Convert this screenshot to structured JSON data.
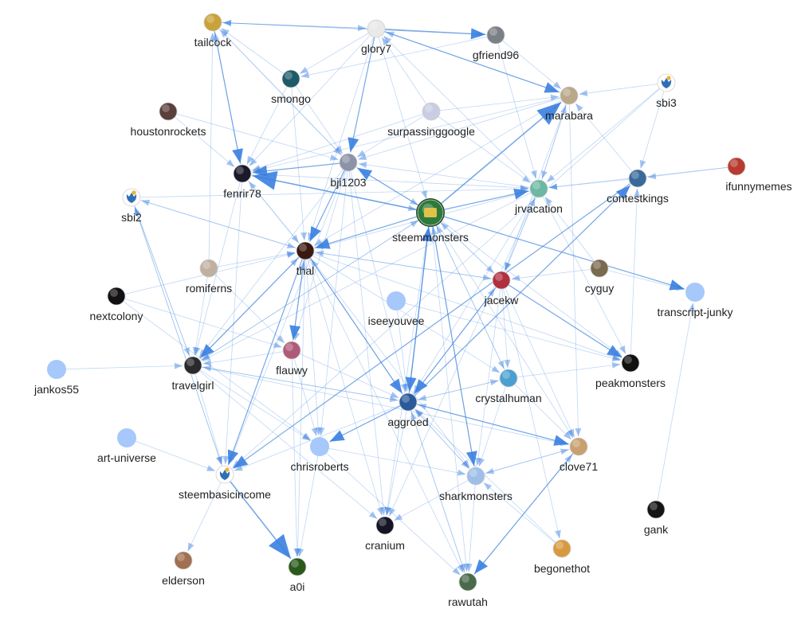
{
  "graph": {
    "colors": {
      "edge": "#4a8be0",
      "arrow": "#3a7fe0",
      "plain_node": "#a6c8fb",
      "label": "#1f1f1f",
      "background": "#ffffff"
    },
    "nodes": [
      {
        "id": "tailcock",
        "label": "tailcock",
        "style": "avatar",
        "color": "#caa23a"
      },
      {
        "id": "glory7",
        "label": "glory7",
        "style": "avatar",
        "color": "#e9e9e9"
      },
      {
        "id": "gfriend96",
        "label": "gfriend96",
        "style": "avatar",
        "color": "#7b7f86"
      },
      {
        "id": "smongo",
        "label": "smongo",
        "style": "avatar",
        "color": "#1e5b6a"
      },
      {
        "id": "marabara",
        "label": "marabara",
        "style": "avatar",
        "color": "#b9a889"
      },
      {
        "id": "sbi3",
        "label": "sbi3",
        "style": "sbi",
        "color": "#2f6fb6"
      },
      {
        "id": "houstonrockets",
        "label": "houstonrockets",
        "style": "avatar",
        "color": "#5a3f3b"
      },
      {
        "id": "surpassinggoogle",
        "label": "surpassinggoogle",
        "style": "avatar",
        "color": "#c9cde3"
      },
      {
        "id": "fenrir78",
        "label": "fenrir78",
        "style": "avatar",
        "color": "#1a1a2a"
      },
      {
        "id": "bji1203",
        "label": "bji1203",
        "style": "avatar",
        "color": "#8c93a8"
      },
      {
        "id": "ifunnymemes",
        "label": "ifunnymemes",
        "style": "avatar",
        "color": "#b93a2e"
      },
      {
        "id": "contestkings",
        "label": "contestkings",
        "style": "avatar",
        "color": "#3a6a9a"
      },
      {
        "id": "sbi2",
        "label": "sbi2",
        "style": "sbi",
        "color": "#2f6fb6"
      },
      {
        "id": "jrvacation",
        "label": "jrvacation",
        "style": "avatar",
        "color": "#6cb8a2"
      },
      {
        "id": "steemmonsters",
        "label": "steemmonsters",
        "style": "avatar",
        "color": "#2e7a3a"
      },
      {
        "id": "thal",
        "label": "thal",
        "style": "avatar",
        "color": "#3a1a10"
      },
      {
        "id": "romiferns",
        "label": "romiferns",
        "style": "avatar",
        "color": "#c0b0a0"
      },
      {
        "id": "cyguy",
        "label": "cyguy",
        "style": "avatar",
        "color": "#7a6a50"
      },
      {
        "id": "jacekw",
        "label": "jacekw",
        "style": "avatar",
        "color": "#b03040"
      },
      {
        "id": "nextcolony",
        "label": "nextcolony",
        "style": "avatar",
        "color": "#111111"
      },
      {
        "id": "iseeyouvee",
        "label": "iseeyouvee",
        "style": "plain",
        "color": "#a6c8fb"
      },
      {
        "id": "transcript-junky",
        "label": "transcript-junky",
        "style": "plain",
        "color": "#a6c8fb"
      },
      {
        "id": "flauwy",
        "label": "flauwy",
        "style": "avatar",
        "color": "#b05a7a"
      },
      {
        "id": "peakmonsters",
        "label": "peakmonsters",
        "style": "avatar",
        "color": "#111111"
      },
      {
        "id": "jankos55",
        "label": "jankos55",
        "style": "plain",
        "color": "#a6c8fb"
      },
      {
        "id": "travelgirl",
        "label": "travelgirl",
        "style": "avatar",
        "color": "#2a2a2a"
      },
      {
        "id": "crystalhuman",
        "label": "crystalhuman",
        "style": "avatar",
        "color": "#4aa0d0"
      },
      {
        "id": "aggroed",
        "label": "aggroed",
        "style": "avatar",
        "color": "#2a5a9a"
      },
      {
        "id": "art-universe",
        "label": "art-universe",
        "style": "plain",
        "color": "#a6c8fb"
      },
      {
        "id": "chrisroberts",
        "label": "chrisroberts",
        "style": "plain",
        "color": "#a6c8fb"
      },
      {
        "id": "clove71",
        "label": "clove71",
        "style": "avatar",
        "color": "#c9a070"
      },
      {
        "id": "steembasicincome",
        "label": "steembasicincome",
        "style": "sbi",
        "color": "#2f6fb6"
      },
      {
        "id": "sharkmonsters",
        "label": "sharkmonsters",
        "style": "avatar",
        "color": "#9fbfe8"
      },
      {
        "id": "gank",
        "label": "gank",
        "style": "avatar",
        "color": "#151515"
      },
      {
        "id": "cranium",
        "label": "cranium",
        "style": "avatar",
        "color": "#151525"
      },
      {
        "id": "begonethot",
        "label": "begonethot",
        "style": "avatar",
        "color": "#d89a40"
      },
      {
        "id": "elderson",
        "label": "elderson",
        "style": "avatar",
        "color": "#a07050"
      },
      {
        "id": "a0i",
        "label": "a0i",
        "style": "avatar",
        "color": "#2a5a1a"
      },
      {
        "id": "rawutah",
        "label": "rawutah",
        "style": "avatar",
        "color": "#4a6a4a"
      }
    ],
    "edges": [
      [
        "glory7",
        "tailcock",
        1
      ],
      [
        "gfriend96",
        "tailcock",
        1
      ],
      [
        "smongo",
        "tailcock",
        1
      ],
      [
        "bji1203",
        "tailcock",
        1
      ],
      [
        "fenrir78",
        "tailcock",
        1
      ],
      [
        "tailcock",
        "glory7",
        1
      ],
      [
        "surpassinggoogle",
        "glory7",
        1
      ],
      [
        "marabara",
        "glory7",
        1
      ],
      [
        "jrvacation",
        "glory7",
        1
      ],
      [
        "glory7",
        "gfriend96",
        2
      ],
      [
        "tailcock",
        "gfriend96",
        1
      ],
      [
        "glory7",
        "smongo",
        1
      ],
      [
        "gfriend96",
        "smongo",
        1
      ],
      [
        "glory7",
        "marabara",
        2
      ],
      [
        "gfriend96",
        "marabara",
        1
      ],
      [
        "sbi3",
        "marabara",
        1
      ],
      [
        "surpassinggoogle",
        "marabara",
        1
      ],
      [
        "steemmonsters",
        "marabara",
        3
      ],
      [
        "contestkings",
        "marabara",
        1
      ],
      [
        "jrvacation",
        "marabara",
        1
      ],
      [
        "houstonrockets",
        "fenrir78",
        1
      ],
      [
        "tailcock",
        "fenrir78",
        2
      ],
      [
        "glory7",
        "fenrir78",
        1
      ],
      [
        "smongo",
        "fenrir78",
        1
      ],
      [
        "surpassinggoogle",
        "fenrir78",
        1
      ],
      [
        "steemmonsters",
        "fenrir78",
        3
      ],
      [
        "marabara",
        "fenrir78",
        1
      ],
      [
        "bji1203",
        "fenrir78",
        2
      ],
      [
        "thal",
        "fenrir78",
        1
      ],
      [
        "glory7",
        "bji1203",
        2
      ],
      [
        "tailcock",
        "bji1203",
        1
      ],
      [
        "smongo",
        "bji1203",
        1
      ],
      [
        "surpassinggoogle",
        "bji1203",
        1
      ],
      [
        "marabara",
        "bji1203",
        1
      ],
      [
        "steemmonsters",
        "bji1203",
        2
      ],
      [
        "jrvacation",
        "bji1203",
        1
      ],
      [
        "steemmonsters",
        "jrvacation",
        2
      ],
      [
        "marabara",
        "jrvacation",
        1
      ],
      [
        "contestkings",
        "jrvacation",
        1
      ],
      [
        "ifunnymemes",
        "jrvacation",
        1
      ],
      [
        "sbi2",
        "jrvacation",
        1
      ],
      [
        "fenrir78",
        "jrvacation",
        1
      ],
      [
        "jacekw",
        "jrvacation",
        1
      ],
      [
        "cyguy",
        "jrvacation",
        1
      ],
      [
        "surpassinggoogle",
        "jrvacation",
        1
      ],
      [
        "aggroed",
        "contestkings",
        2
      ],
      [
        "sbi3",
        "contestkings",
        1
      ],
      [
        "peakmonsters",
        "contestkings",
        1
      ],
      [
        "aggroed",
        "steemmonsters",
        2
      ],
      [
        "jacekw",
        "steemmonsters",
        1
      ],
      [
        "glory7",
        "steemmonsters",
        1
      ],
      [
        "bji1203",
        "steemmonsters",
        1
      ],
      [
        "crystalhuman",
        "steemmonsters",
        1
      ],
      [
        "sharkmonsters",
        "steemmonsters",
        1
      ],
      [
        "travelgirl",
        "steemmonsters",
        1
      ],
      [
        "steemmonsters",
        "thal",
        2
      ],
      [
        "bji1203",
        "thal",
        2
      ],
      [
        "fenrir78",
        "thal",
        1
      ],
      [
        "sbi2",
        "thal",
        1
      ],
      [
        "nextcolony",
        "thal",
        1
      ],
      [
        "romiferns",
        "thal",
        1
      ],
      [
        "jrvacation",
        "thal",
        1
      ],
      [
        "marabara",
        "thal",
        1
      ],
      [
        "aggroed",
        "thal",
        1
      ],
      [
        "flauwy",
        "thal",
        1
      ],
      [
        "travelgirl",
        "thal",
        1
      ],
      [
        "jacekw",
        "thal",
        1
      ],
      [
        "glory7",
        "thal",
        1
      ],
      [
        "steemmonsters",
        "transcript-junky",
        2
      ],
      [
        "cyguy",
        "transcript-junky",
        1
      ],
      [
        "gank",
        "transcript-junky",
        1
      ],
      [
        "thal",
        "jacekw",
        1
      ],
      [
        "steemmonsters",
        "jacekw",
        1
      ],
      [
        "marabara",
        "jacekw",
        1
      ],
      [
        "jrvacation",
        "jacekw",
        1
      ],
      [
        "aggroed",
        "jacekw",
        1
      ],
      [
        "thal",
        "flauwy",
        2
      ],
      [
        "nextcolony",
        "flauwy",
        1
      ],
      [
        "bji1203",
        "flauwy",
        1
      ],
      [
        "romiferns",
        "flauwy",
        1
      ],
      [
        "thal",
        "travelgirl",
        2
      ],
      [
        "sbi2",
        "travelgirl",
        1
      ],
      [
        "fenrir78",
        "travelgirl",
        1
      ],
      [
        "flauwy",
        "travelgirl",
        1
      ],
      [
        "aggroed",
        "travelgirl",
        1
      ],
      [
        "steemmonsters",
        "travelgirl",
        1
      ],
      [
        "romiferns",
        "travelgirl",
        1
      ],
      [
        "bji1203",
        "travelgirl",
        1
      ],
      [
        "jrvacation",
        "travelgirl",
        1
      ],
      [
        "jacekw",
        "peakmonsters",
        2
      ],
      [
        "thal",
        "peakmonsters",
        1
      ],
      [
        "steemmonsters",
        "peakmonsters",
        1
      ],
      [
        "crystalhuman",
        "peakmonsters",
        1
      ],
      [
        "jrvacation",
        "peakmonsters",
        1
      ],
      [
        "iseeyouvee",
        "peakmonsters",
        1
      ],
      [
        "thal",
        "aggroed",
        2
      ],
      [
        "steemmonsters",
        "aggroed",
        2
      ],
      [
        "jacekw",
        "aggroed",
        2
      ],
      [
        "bji1203",
        "aggroed",
        1
      ],
      [
        "flauwy",
        "aggroed",
        1
      ],
      [
        "travelgirl",
        "aggroed",
        1
      ],
      [
        "crystalhuman",
        "aggroed",
        1
      ],
      [
        "clove71",
        "aggroed",
        1
      ],
      [
        "sharkmonsters",
        "aggroed",
        1
      ],
      [
        "iseeyouvee",
        "aggroed",
        1
      ],
      [
        "rawutah",
        "aggroed",
        1
      ],
      [
        "jrvacation",
        "aggroed",
        1
      ],
      [
        "aggroed",
        "crystalhuman",
        1
      ],
      [
        "steemmonsters",
        "crystalhuman",
        1
      ],
      [
        "jacekw",
        "crystalhuman",
        1
      ],
      [
        "thal",
        "crystalhuman",
        1
      ],
      [
        "aggroed",
        "chrisroberts",
        2
      ],
      [
        "thal",
        "chrisroberts",
        1
      ],
      [
        "flauwy",
        "chrisroberts",
        1
      ],
      [
        "travelgirl",
        "chrisroberts",
        1
      ],
      [
        "bji1203",
        "chrisroberts",
        1
      ],
      [
        "nextcolony",
        "chrisroberts",
        1
      ],
      [
        "aggroed",
        "clove71",
        2
      ],
      [
        "jacekw",
        "clove71",
        1
      ],
      [
        "crystalhuman",
        "clove71",
        1
      ],
      [
        "steemmonsters",
        "clove71",
        1
      ],
      [
        "sharkmonsters",
        "clove71",
        1
      ],
      [
        "marabara",
        "clove71",
        1
      ],
      [
        "travelgirl",
        "clove71",
        1
      ],
      [
        "rawutah",
        "clove71",
        1
      ],
      [
        "thal",
        "steembasicincome",
        2
      ],
      [
        "sbi2",
        "steembasicincome",
        1
      ],
      [
        "travelgirl",
        "steembasicincome",
        1
      ],
      [
        "art-universe",
        "steembasicincome",
        1
      ],
      [
        "sbi3",
        "steembasicincome",
        1
      ],
      [
        "aggroed",
        "steembasicincome",
        1
      ],
      [
        "bji1203",
        "steembasicincome",
        1
      ],
      [
        "fenrir78",
        "steembasicincome",
        1
      ],
      [
        "steemmonsters",
        "sharkmonsters",
        2
      ],
      [
        "aggroed",
        "sharkmonsters",
        1
      ],
      [
        "jacekw",
        "sharkmonsters",
        1
      ],
      [
        "clove71",
        "sharkmonsters",
        1
      ],
      [
        "thal",
        "sharkmonsters",
        1
      ],
      [
        "crystalhuman",
        "sharkmonsters",
        1
      ],
      [
        "chrisroberts",
        "sharkmonsters",
        1
      ],
      [
        "aggroed",
        "cranium",
        1
      ],
      [
        "thal",
        "cranium",
        1
      ],
      [
        "bji1203",
        "cranium",
        1
      ],
      [
        "steemmonsters",
        "cranium",
        1
      ],
      [
        "sharkmonsters",
        "cranium",
        1
      ],
      [
        "jrvacation",
        "cranium",
        1
      ],
      [
        "travelgirl",
        "cranium",
        1
      ],
      [
        "aggroed",
        "rawutah",
        1
      ],
      [
        "sharkmonsters",
        "rawutah",
        1
      ],
      [
        "clove71",
        "rawutah",
        2
      ],
      [
        "chrisroberts",
        "rawutah",
        1
      ],
      [
        "steemmonsters",
        "rawutah",
        1
      ],
      [
        "thal",
        "rawutah",
        1
      ],
      [
        "steembasicincome",
        "a0i",
        3
      ],
      [
        "thal",
        "a0i",
        1
      ],
      [
        "flauwy",
        "a0i",
        1
      ],
      [
        "chrisroberts",
        "a0i",
        1
      ],
      [
        "steembasicincome",
        "sbi2",
        1
      ],
      [
        "travelgirl",
        "sbi2",
        1
      ],
      [
        "thal",
        "sbi2",
        1
      ],
      [
        "steembasicincome",
        "elderson",
        1
      ],
      [
        "jankos55",
        "travelgirl",
        1
      ],
      [
        "begonethot",
        "aggroed",
        1
      ],
      [
        "begonethot",
        "sharkmonsters",
        1
      ],
      [
        "jacekw",
        "begonethot",
        1
      ],
      [
        "houstonrockets",
        "bji1203",
        1
      ],
      [
        "smongo",
        "thal",
        1
      ],
      [
        "romiferns",
        "tailcock",
        1
      ],
      [
        "cyguy",
        "jacekw",
        1
      ],
      [
        "sbi3",
        "jrvacation",
        1
      ],
      [
        "contestkings",
        "steembasicincome",
        2
      ],
      [
        "fenrir78",
        "steemmonsters",
        1
      ],
      [
        "gfriend96",
        "jrvacation",
        1
      ],
      [
        "ifunnymemes",
        "contestkings",
        1
      ]
    ]
  }
}
